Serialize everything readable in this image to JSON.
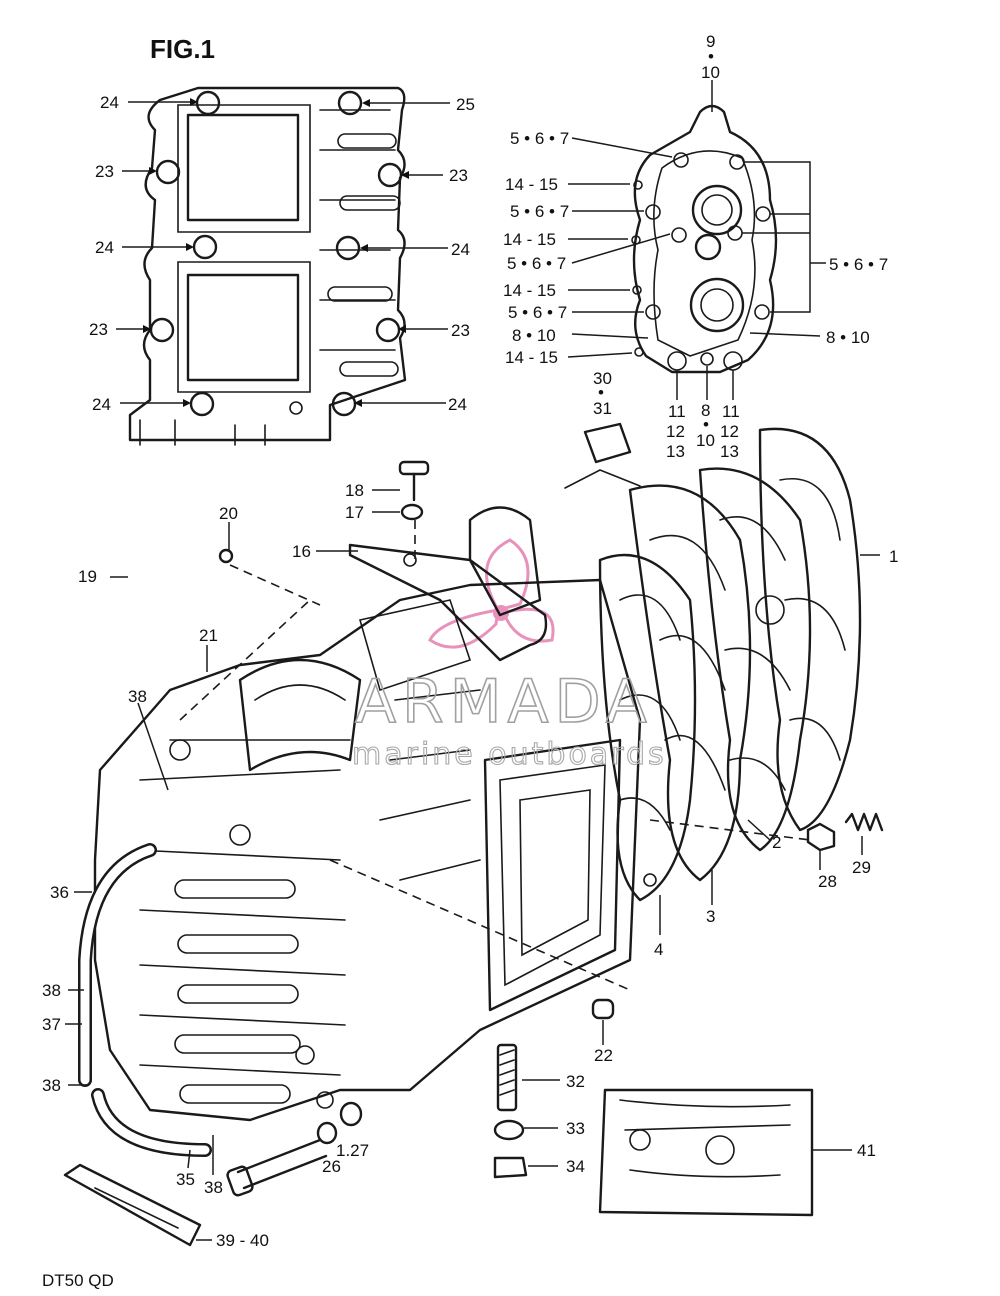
{
  "figure_title": "FIG.1",
  "model_code": "DT50 QD",
  "watermark": {
    "brand": "ARMADA",
    "tagline": "marine outboards",
    "logo_icon": "propeller-logo-icon",
    "logo_color": "#e57fb0"
  },
  "gasket_labels": {
    "l24a": "24",
    "l25": "25",
    "l23a": "23",
    "l23b": "23",
    "l24b": "24",
    "l24c": "24",
    "l23c": "23",
    "l23d": "23",
    "l24d": "24",
    "l24e": "24"
  },
  "cover_labels": {
    "top_a": "9",
    "top_dot": "•",
    "top_b": "10",
    "left1": "5 • 6 • 7",
    "left2": "14 - 15",
    "left3": "5 • 6 • 7",
    "left4": "14 - 15",
    "left5": "5 • 6 • 7",
    "left6": "14 - 15",
    "left7": "5 • 6 • 7",
    "left8": "8 • 10",
    "left9": "14 - 15",
    "right1": "5 • 6 • 7",
    "right2": "8 • 10",
    "b1a": "11",
    "b1b": "12",
    "b1c": "13",
    "b2a": "8",
    "b2dot": "•",
    "b2b": "10",
    "b3a": "11",
    "b3b": "12",
    "b3c": "13"
  },
  "main_labels": {
    "l1": "1",
    "l2": "2",
    "l3": "3",
    "l4": "4",
    "l16": "16",
    "l17": "17",
    "l18": "18",
    "l19": "19",
    "l20": "20",
    "l21": "21",
    "l22": "22",
    "l26": "26",
    "l27": "1.27",
    "l28": "28",
    "l29": "29",
    "l30": "30",
    "l30dot": "•",
    "l31": "31",
    "l32": "32",
    "l33": "33",
    "l34": "34",
    "l35": "35",
    "l36": "36",
    "l37": "37",
    "l38a": "38",
    "l38b": "38",
    "l38c": "38",
    "l38d": "38",
    "l3940": "39 - 40",
    "l41": "41"
  }
}
